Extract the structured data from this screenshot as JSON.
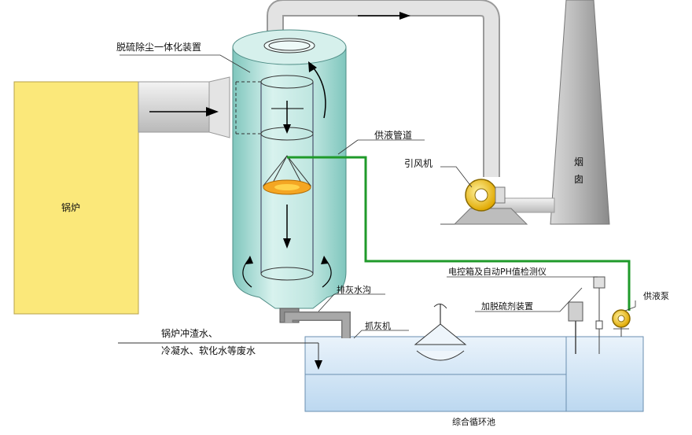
{
  "labels": {
    "integrated_unit": "脱硫除尘一体化装置",
    "boiler": "锅炉",
    "chimney_char1": "烟",
    "chimney_char2": "囱",
    "supply_pipe": "供液管道",
    "induced_fan": "引风机",
    "control_box": "电控箱及自动PH值检测仪",
    "desulfurizer_dosing": "加脱硫剂装置",
    "supply_pump": "供液泵",
    "ash_trench": "排灰水沟",
    "ash_scraper": "抓灰机",
    "wastewater_line1": "锅炉冲渣水、",
    "wastewater_line2": "冷凝水、软化水等废水",
    "circulation_pool": "综合循环池"
  },
  "colors": {
    "boiler": "#fbe87a",
    "scrubber": "#bfe6e0",
    "pool_water": "#cfe4f6",
    "supply_line": "#1f9a2a",
    "pump": "#f2c200",
    "chimney": "#c9c9c9",
    "duct": "#e6e6e6"
  }
}
